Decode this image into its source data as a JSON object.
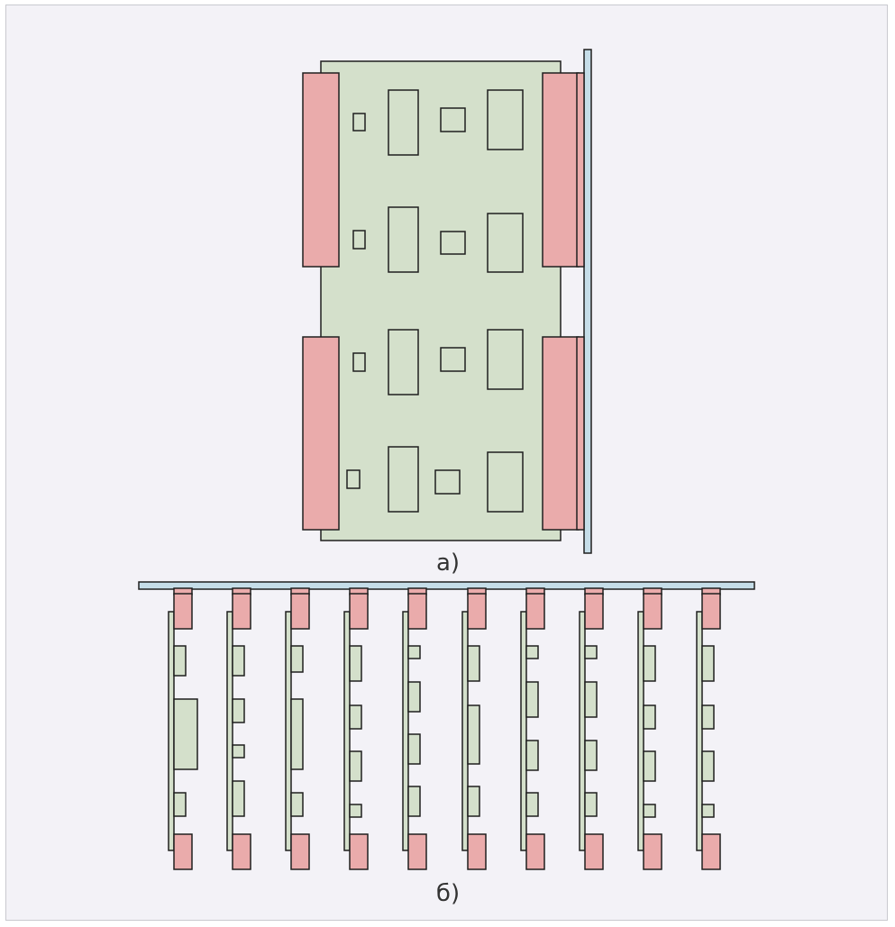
{
  "colors": {
    "background": "#f3f2f7",
    "board": "#d4e0cb",
    "connector": "#eaabab",
    "backplane": "#c5dde8",
    "outline": "#1f1f1f"
  },
  "figure_a": {
    "caption": "а)",
    "connector_count": 4,
    "component_rows": 4
  },
  "figure_b": {
    "caption": "б)",
    "board_count": 10
  }
}
